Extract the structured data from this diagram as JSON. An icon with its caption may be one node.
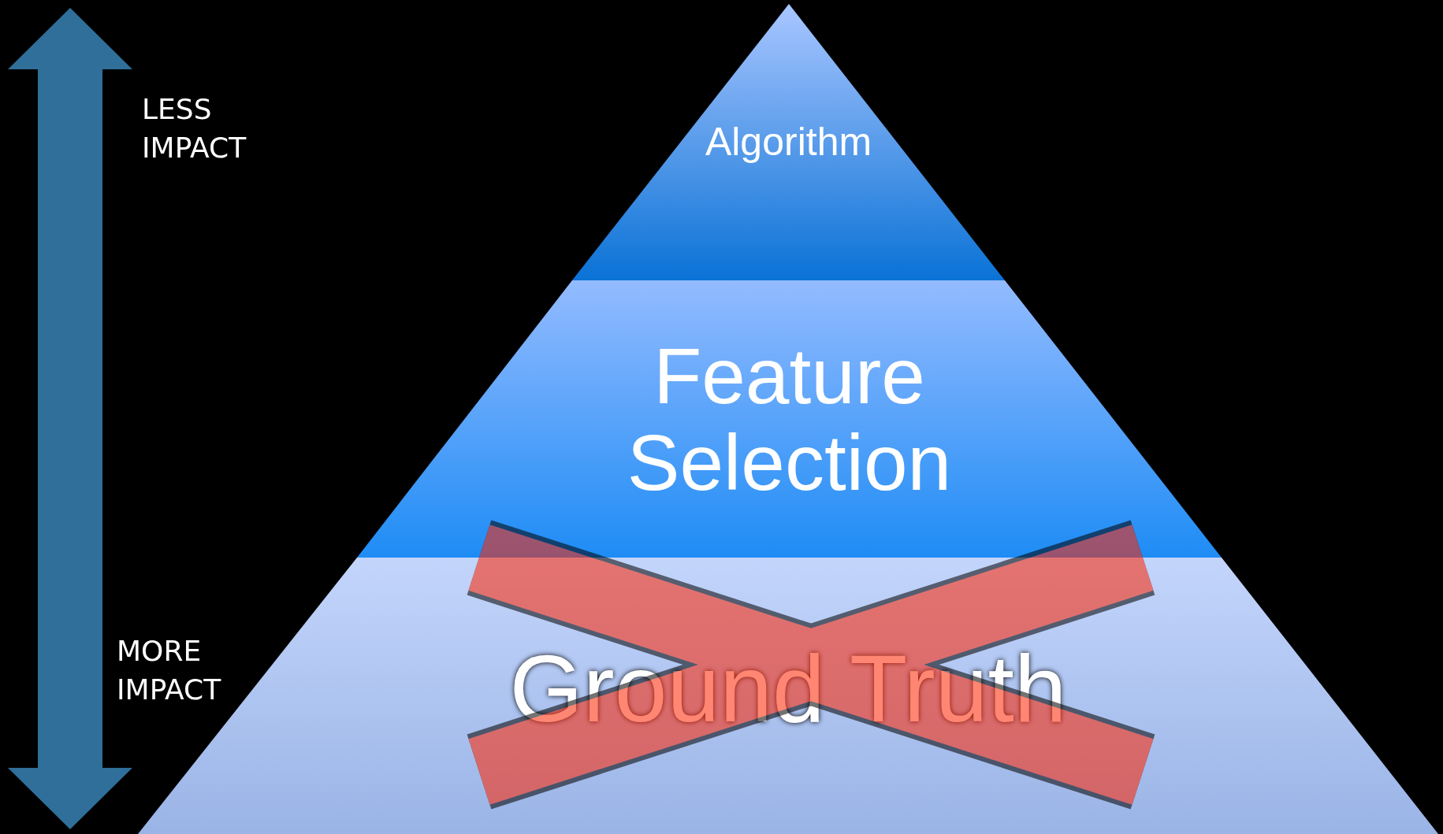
{
  "diagram": {
    "nodes": [
      {
        "text": [
          "Algorithm"
        ]
      },
      {
        "text": [
          "Feature Selection"
        ]
      },
      {
        "text": [
          "Ground Truth"
        ]
      }
    ],
    "labels": [
      "LESS IMPACT",
      "MORE IMPACT"
    ]
  }
}
